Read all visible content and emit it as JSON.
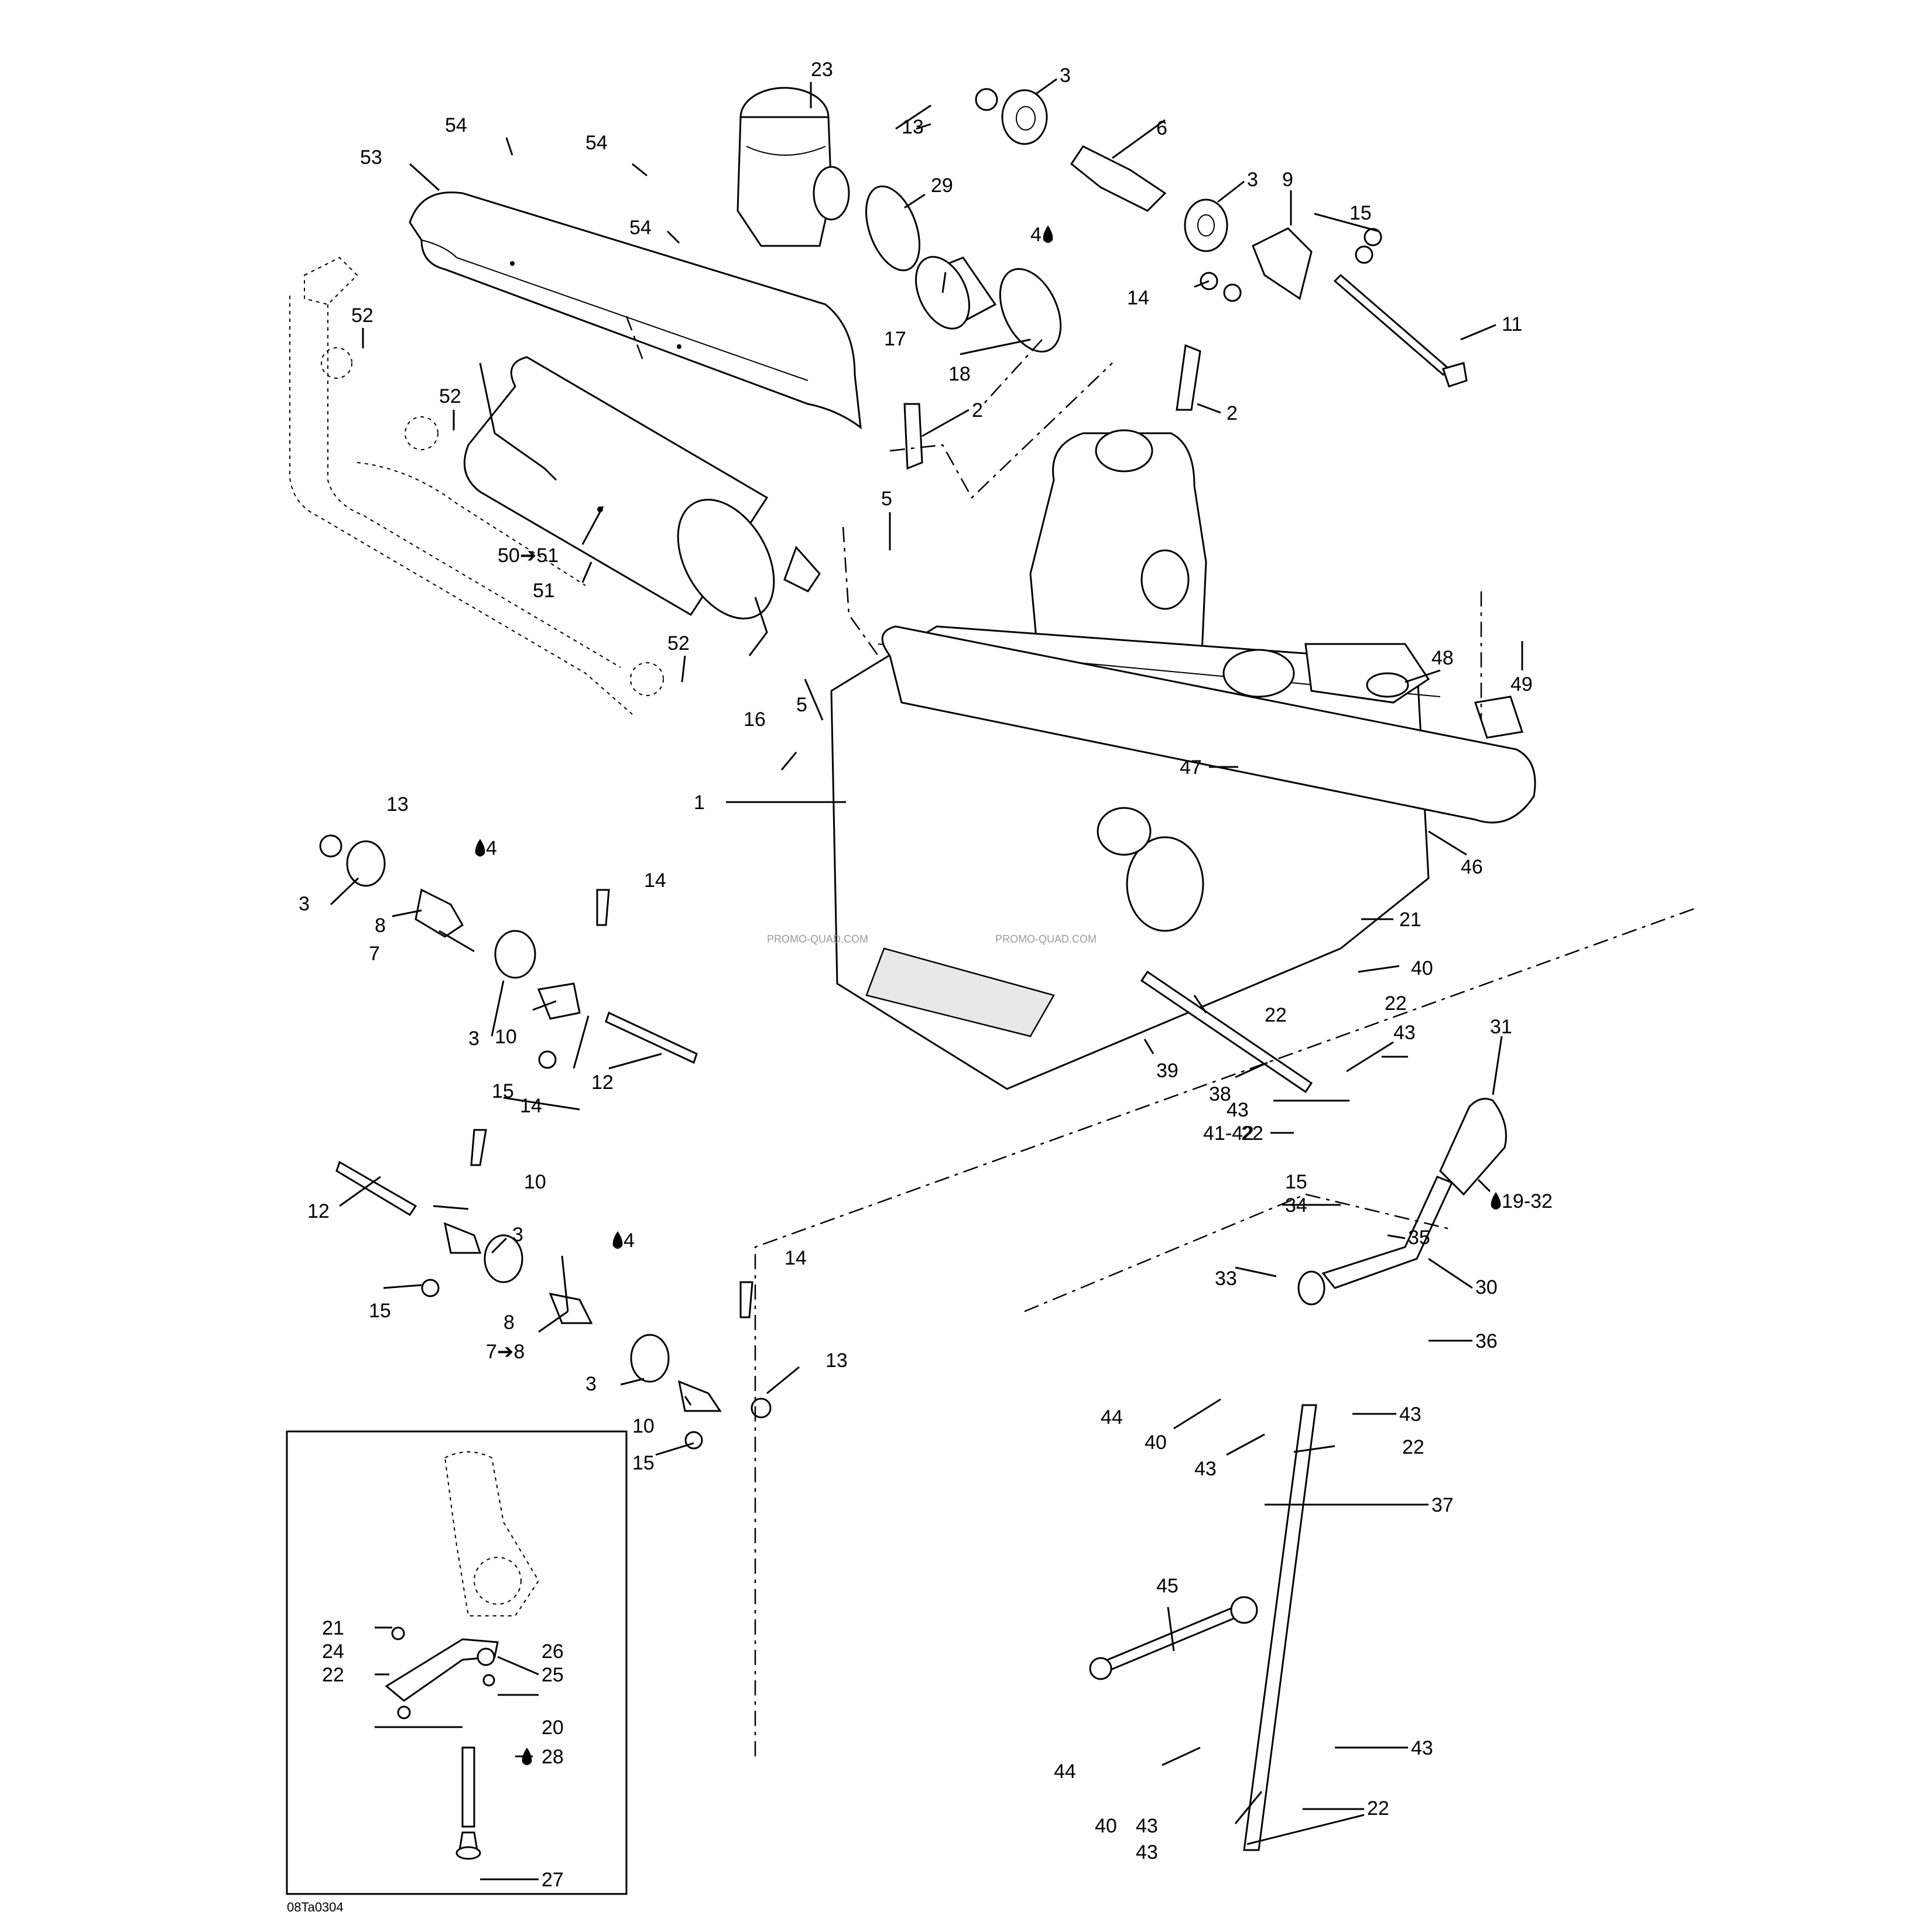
{
  "drawing_code": "08Ta0304",
  "watermark": "PROMO-QUAD.COM",
  "callouts": [
    {
      "id": "c1",
      "text": "1"
    },
    {
      "id": "c2a",
      "text": "2"
    },
    {
      "id": "c2b",
      "text": "2"
    },
    {
      "id": "c3a",
      "text": "3"
    },
    {
      "id": "c3b",
      "text": "3"
    },
    {
      "id": "c3c",
      "text": "3"
    },
    {
      "id": "c3d",
      "text": "3"
    },
    {
      "id": "c3e",
      "text": "3"
    },
    {
      "id": "c3f",
      "text": "3"
    },
    {
      "id": "c4a",
      "text": "4"
    },
    {
      "id": "c4b",
      "text": "4"
    },
    {
      "id": "c4c",
      "text": "4"
    },
    {
      "id": "c5a",
      "text": "5"
    },
    {
      "id": "c5b",
      "text": "5"
    },
    {
      "id": "c6",
      "text": "6"
    },
    {
      "id": "c7a",
      "text": "7"
    },
    {
      "id": "c7b",
      "text": "7➔8"
    },
    {
      "id": "c8a",
      "text": "8"
    },
    {
      "id": "c8b",
      "text": "8"
    },
    {
      "id": "c9",
      "text": "9"
    },
    {
      "id": "c10a",
      "text": "10"
    },
    {
      "id": "c10b",
      "text": "10"
    },
    {
      "id": "c10c",
      "text": "10"
    },
    {
      "id": "c11",
      "text": "11"
    },
    {
      "id": "c12a",
      "text": "12"
    },
    {
      "id": "c12b",
      "text": "12"
    },
    {
      "id": "c13a",
      "text": "13"
    },
    {
      "id": "c13b",
      "text": "13"
    },
    {
      "id": "c13c",
      "text": "13"
    },
    {
      "id": "c14a",
      "text": "14"
    },
    {
      "id": "c14b",
      "text": "14"
    },
    {
      "id": "c14c",
      "text": "14"
    },
    {
      "id": "c14d",
      "text": "14"
    },
    {
      "id": "c15a",
      "text": "15"
    },
    {
      "id": "c15b",
      "text": "15"
    },
    {
      "id": "c15c",
      "text": "15"
    },
    {
      "id": "c15d",
      "text": "15"
    },
    {
      "id": "c15e",
      "text": "15"
    },
    {
      "id": "c16",
      "text": "16"
    },
    {
      "id": "c17",
      "text": "17"
    },
    {
      "id": "c18",
      "text": "18"
    },
    {
      "id": "c19",
      "text": "19-32"
    },
    {
      "id": "c20",
      "text": "20"
    },
    {
      "id": "c21a",
      "text": "21"
    },
    {
      "id": "c21b",
      "text": "21"
    },
    {
      "id": "c22a",
      "text": "22"
    },
    {
      "id": "c22b",
      "text": "22"
    },
    {
      "id": "c22c",
      "text": "22"
    },
    {
      "id": "c22d",
      "text": "22"
    },
    {
      "id": "c22e",
      "text": "22"
    },
    {
      "id": "c22f",
      "text": "22"
    },
    {
      "id": "c23",
      "text": "23"
    },
    {
      "id": "c24",
      "text": "24"
    },
    {
      "id": "c25",
      "text": "25"
    },
    {
      "id": "c26",
      "text": "26"
    },
    {
      "id": "c27",
      "text": "27"
    },
    {
      "id": "c28",
      "text": "28"
    },
    {
      "id": "c29",
      "text": "29"
    },
    {
      "id": "c30",
      "text": "30"
    },
    {
      "id": "c31",
      "text": "31"
    },
    {
      "id": "c33",
      "text": "33"
    },
    {
      "id": "c34",
      "text": "34"
    },
    {
      "id": "c35",
      "text": "35"
    },
    {
      "id": "c36",
      "text": "36"
    },
    {
      "id": "c37",
      "text": "37"
    },
    {
      "id": "c38",
      "text": "38"
    },
    {
      "id": "c39",
      "text": "39"
    },
    {
      "id": "c40a",
      "text": "40"
    },
    {
      "id": "c40b",
      "text": "40"
    },
    {
      "id": "c40c",
      "text": "40"
    },
    {
      "id": "c41",
      "text": "41-42"
    },
    {
      "id": "c43a",
      "text": "43"
    },
    {
      "id": "c43b",
      "text": "43"
    },
    {
      "id": "c43c",
      "text": "43"
    },
    {
      "id": "c43d",
      "text": "43"
    },
    {
      "id": "c43e",
      "text": "43"
    },
    {
      "id": "c43f",
      "text": "43"
    },
    {
      "id": "c43g",
      "text": "43"
    },
    {
      "id": "c44a",
      "text": "44"
    },
    {
      "id": "c44b",
      "text": "44"
    },
    {
      "id": "c45",
      "text": "45"
    },
    {
      "id": "c46",
      "text": "46"
    },
    {
      "id": "c47",
      "text": "47"
    },
    {
      "id": "c48",
      "text": "48"
    },
    {
      "id": "c49",
      "text": "49"
    },
    {
      "id": "c50",
      "text": "50➔51"
    },
    {
      "id": "c51",
      "text": "51"
    },
    {
      "id": "c52a",
      "text": "52"
    },
    {
      "id": "c52b",
      "text": "52"
    },
    {
      "id": "c52c",
      "text": "52"
    },
    {
      "id": "c53",
      "text": "53"
    },
    {
      "id": "c54a",
      "text": "54"
    },
    {
      "id": "c54b",
      "text": "54"
    },
    {
      "id": "c54c",
      "text": "54"
    }
  ]
}
